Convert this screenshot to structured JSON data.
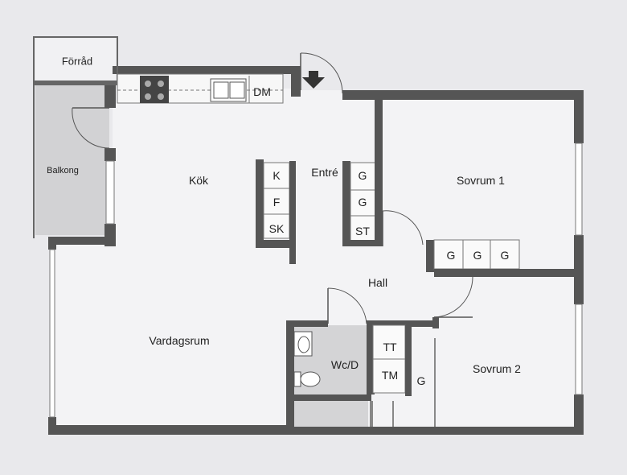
{
  "rooms": {
    "forrad": "Förråd",
    "balkong": "Balkong",
    "kok": "Kök",
    "entre": "Entré",
    "sovrum1": "Sovrum 1",
    "hall": "Hall",
    "vardagsrum": "Vardagsrum",
    "wc": "Wc/D",
    "sovrum2": "Sovrum 2"
  },
  "fixtures": {
    "dm": "DM",
    "k": "K",
    "f": "F",
    "sk": "SK",
    "g1": "G",
    "g2": "G",
    "st": "ST",
    "gg1": "G",
    "gg2": "G",
    "gg3": "G",
    "tt": "TT",
    "tm": "TM",
    "g_sov2": "G"
  }
}
